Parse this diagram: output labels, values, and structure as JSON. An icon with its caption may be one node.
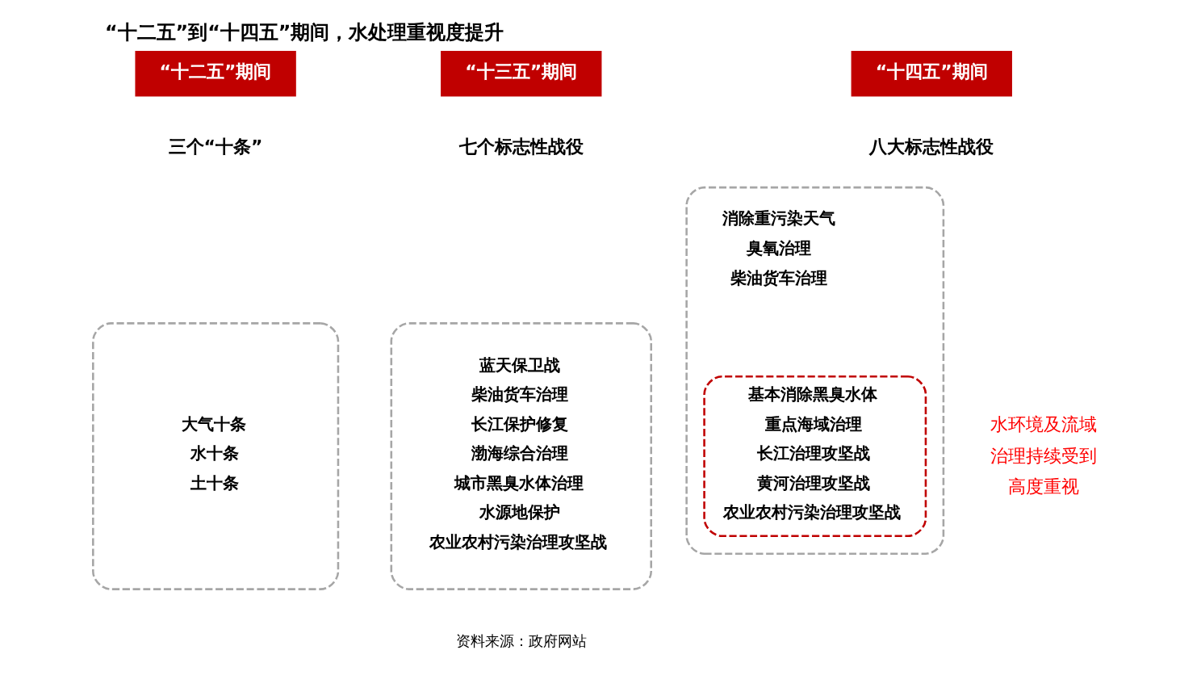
{
  "diagram": {
    "title": "“十二五”到“十四五”期间，水处理重视度提升",
    "caption": "资料来源：政府网站",
    "nodes": [
      {
        "text": [
          "“十二五”期间"
        ]
      },
      {
        "text": [
          "“十三五”期间"
        ]
      },
      {
        "text": [
          "“十四五”期间"
        ]
      },
      {
        "text": [
          "大气十条",
          "水十条",
          "土十条"
        ]
      },
      {
        "text": [
          "蓝天保卫战",
          "柴油货车治理",
          "长江保护修复",
          "渤海综合治理",
          "城市黑臭水体治理",
          "水源地保护",
          "农业农村污染治理攻坚战"
        ]
      },
      {
        "text": [
          "消除重污染天气",
          "臭氧治理",
          "柴油货车治理"
        ]
      },
      {
        "text": [
          "基本消除黑臭水体",
          "重点海域治理",
          "长江治理攻坚战",
          "黄河治理攻坚战",
          "农业农村污染治理攻坚战"
        ],
        "in": 5
      }
    ],
    "labels": [
      "三个“十条”",
      "七个标志性战役",
      "八大标志性战役",
      "水环境及流域治理持续受到高度重视"
    ]
  }
}
